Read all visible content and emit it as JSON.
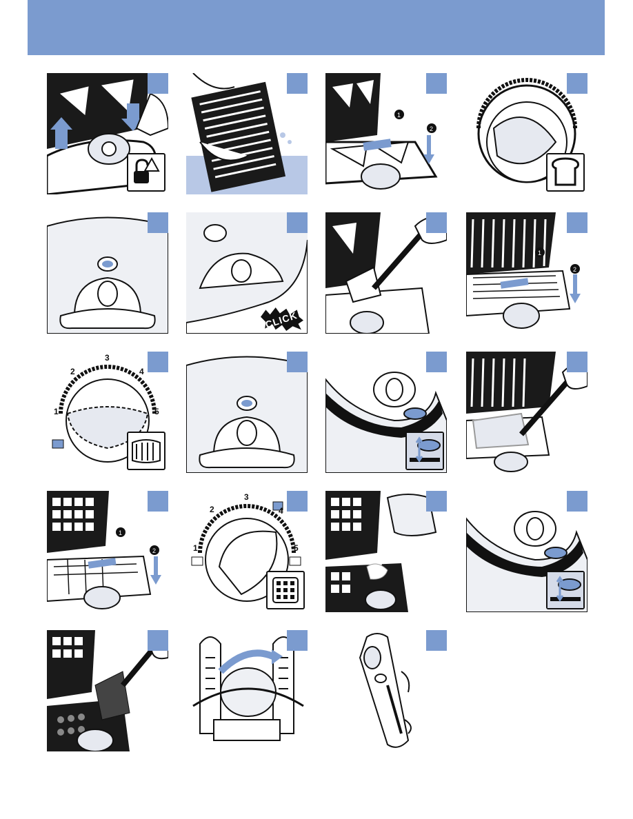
{
  "colors": {
    "header": "#7b9bcf",
    "accent": "#7b9bcf",
    "water": "#b8c8e6",
    "outline": "#111111",
    "light_fill": "#e6e9f0"
  },
  "header": {
    "title": ""
  },
  "dial": {
    "numbers": [
      "1",
      "2",
      "3",
      "4",
      "5"
    ]
  },
  "click_label": "CLICK",
  "panels": [
    {
      "row": 1,
      "col": 1,
      "icons": [
        "arrow-up-icon",
        "arrow-down-icon",
        "unlock-icon"
      ]
    },
    {
      "row": 1,
      "col": 2,
      "icons": [
        "water-icon"
      ]
    },
    {
      "row": 1,
      "col": 3,
      "icons": [
        "step-1-icon",
        "step-2-icon",
        "arrow-down-icon"
      ]
    },
    {
      "row": 1,
      "col": 4,
      "icons": [
        "toast-icon"
      ]
    },
    {
      "row": 2,
      "col": 1,
      "icons": [
        "indicator-light-icon"
      ]
    },
    {
      "row": 2,
      "col": 2,
      "icons": [
        "click-icon"
      ]
    },
    {
      "row": 2,
      "col": 3,
      "icons": [
        "spatula-icon"
      ]
    },
    {
      "row": 2,
      "col": 4,
      "icons": [
        "step-1-icon",
        "step-2-icon",
        "arrow-down-icon"
      ]
    },
    {
      "row": 3,
      "col": 1,
      "icons": [
        "grill-icon"
      ]
    },
    {
      "row": 3,
      "col": 2,
      "icons": [
        "indicator-light-icon"
      ]
    },
    {
      "row": 3,
      "col": 3,
      "icons": [
        "up-down-arrow-icon"
      ]
    },
    {
      "row": 3,
      "col": 4,
      "icons": [
        "spatula-icon"
      ]
    },
    {
      "row": 4,
      "col": 1,
      "icons": [
        "step-1-icon",
        "step-2-icon",
        "arrow-down-icon"
      ]
    },
    {
      "row": 4,
      "col": 2,
      "icons": [
        "waffle-icon"
      ]
    },
    {
      "row": 4,
      "col": 3,
      "icons": [
        "jug-icon"
      ]
    },
    {
      "row": 4,
      "col": 4,
      "icons": [
        "up-down-arrow-icon"
      ]
    },
    {
      "row": 5,
      "col": 1,
      "icons": [
        "spatula-icon"
      ]
    },
    {
      "row": 5,
      "col": 2,
      "icons": [
        "cord-wind-icon"
      ]
    },
    {
      "row": 5,
      "col": 3,
      "icons": [
        "upright-storage-icon"
      ]
    }
  ]
}
